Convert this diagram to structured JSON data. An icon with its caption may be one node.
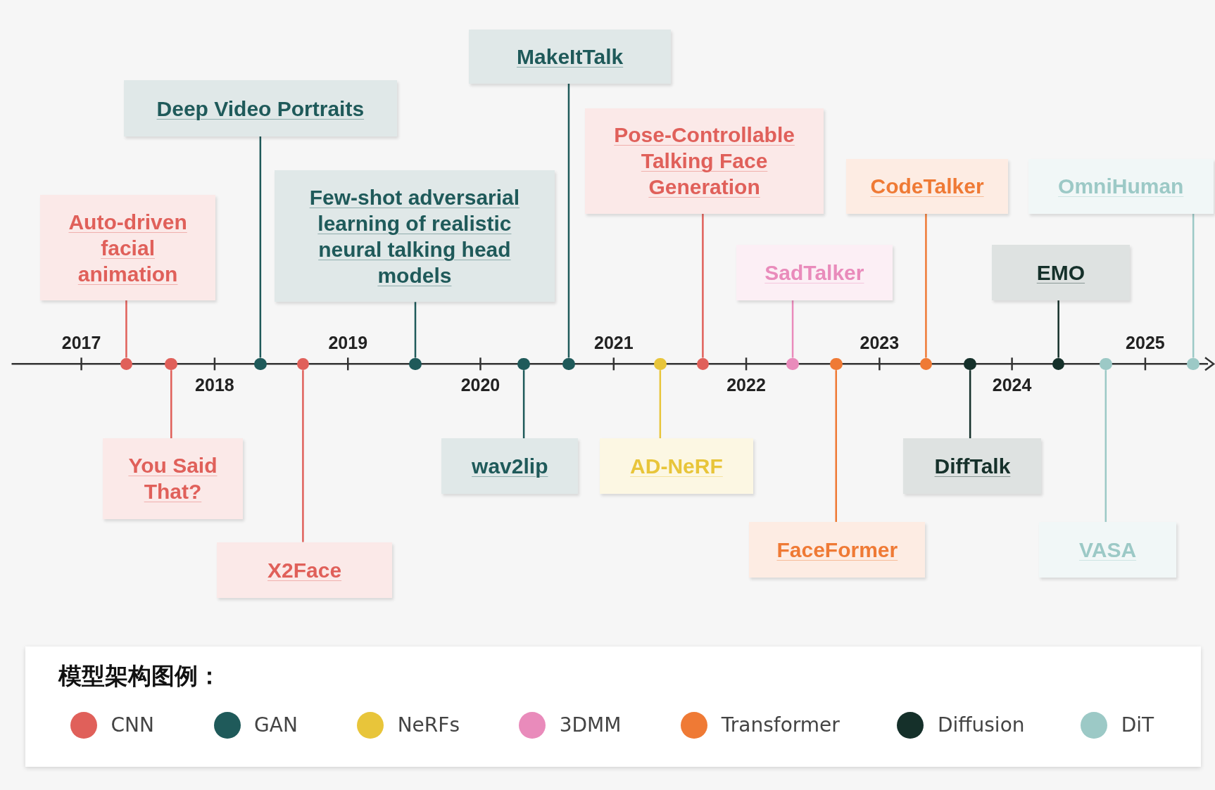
{
  "diagram": {
    "nodes": [
      {
        "text": [
          "Auto-driven facial animation"
        ]
      },
      {
        "text": [
          "You Said That?"
        ]
      },
      {
        "text": [
          "Deep Video Portraits"
        ]
      },
      {
        "text": [
          "X2Face"
        ]
      },
      {
        "text": [
          "Few-shot adversarial learning of realistic neural talking head models"
        ]
      },
      {
        "text": [
          "wav2lip"
        ]
      },
      {
        "text": [
          "MakeItTalk"
        ]
      },
      {
        "text": [
          "AD-NeRF"
        ]
      },
      {
        "text": [
          "Pose-Controllable Talking Face Generation"
        ]
      },
      {
        "text": [
          "SadTalker"
        ]
      },
      {
        "text": [
          "FaceFormer"
        ]
      },
      {
        "text": [
          "CodeTalker"
        ]
      },
      {
        "text": [
          "DiffTalk"
        ]
      },
      {
        "text": [
          "EMO"
        ]
      },
      {
        "text": [
          "VASA"
        ]
      },
      {
        "text": [
          "OmniHuman"
        ]
      },
      {
        "text": [],
        "shape": "circle"
      },
      {
        "text": [],
        "shape": "circle"
      },
      {
        "text": [],
        "shape": "circle"
      },
      {
        "text": [],
        "shape": "circle"
      },
      {
        "text": [],
        "shape": "circle"
      },
      {
        "text": [],
        "shape": "circle"
      },
      {
        "text": [],
        "shape": "circle"
      },
      {
        "text": [],
        "shape": "circle"
      },
      {
        "text": [],
        "shape": "circle"
      },
      {
        "text": [],
        "shape": "circle"
      },
      {
        "text": [],
        "shape": "circle"
      },
      {
        "text": [],
        "shape": "circle"
      },
      {
        "text": [],
        "shape": "circle"
      },
      {
        "text": [],
        "shape": "circle"
      },
      {
        "text": [],
        "shape": "circle"
      },
      {
        "text": [],
        "shape": "circle"
      }
    ],
    "edges": [
      {
        "from": 0,
        "to": 16,
        "arrow": "none",
        "color": "#e0605a"
      },
      {
        "from": 1,
        "to": 17,
        "arrow": "none",
        "color": "#e0605a"
      },
      {
        "from": 2,
        "to": 18,
        "arrow": "none",
        "color": "#1f5a5a"
      },
      {
        "from": 3,
        "to": 19,
        "arrow": "none",
        "color": "#e0605a"
      },
      {
        "from": 4,
        "to": 20,
        "arrow": "none",
        "color": "#1f5a5a"
      },
      {
        "from": 5,
        "to": 21,
        "arrow": "none",
        "color": "#1f5a5a"
      },
      {
        "from": 6,
        "to": 22,
        "arrow": "none",
        "color": "#1f5a5a"
      },
      {
        "from": 7,
        "to": 23,
        "arrow": "none",
        "color": "#e8c53a"
      },
      {
        "from": 8,
        "to": 24,
        "arrow": "none",
        "color": "#e0605a"
      },
      {
        "from": 9,
        "to": 25,
        "arrow": "none",
        "color": "#e98bbb"
      },
      {
        "from": 10,
        "to": 26,
        "arrow": "none",
        "color": "#ef7a35"
      },
      {
        "from": 11,
        "to": 27,
        "arrow": "none",
        "color": "#ef7a35"
      },
      {
        "from": 12,
        "to": 28,
        "arrow": "none",
        "color": "#15302a"
      },
      {
        "from": 13,
        "to": 29,
        "arrow": "none",
        "color": "#15302a"
      },
      {
        "from": 14,
        "to": 30,
        "arrow": "none",
        "color": "#9cc9c6"
      },
      {
        "from": 15,
        "to": 31,
        "arrow": "none",
        "color": "#9cc9c6"
      }
    ],
    "labels": [
      "2017",
      "2018",
      "2019",
      "2020",
      "2021",
      "2022",
      "2023",
      "2024",
      "2025",
      "模型架构图例："
    ],
    "legend": [
      {
        "text": "CNN",
        "color": "#e0605a"
      },
      {
        "text": "GAN",
        "color": "#1f5a5a"
      },
      {
        "text": "NeRFs",
        "color": "#e8c53a"
      },
      {
        "text": "3DMM",
        "color": "#e98bbb"
      },
      {
        "text": "Transformer",
        "color": "#ef7a35"
      },
      {
        "text": "Diffusion",
        "color": "#15302a"
      },
      {
        "text": "DiT",
        "color": "#9cc9c6"
      }
    ]
  }
}
